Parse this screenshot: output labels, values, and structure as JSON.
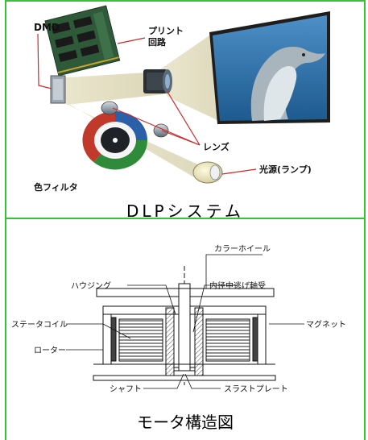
{
  "dlp": {
    "labels": {
      "dmd": "DMD",
      "print_circuit_line1": "プリント",
      "print_circuit_line2": "回路",
      "lens": "レンズ",
      "light_source": "光源(ランプ)",
      "color_filter": "色フィルタ"
    },
    "caption": "DLPシステム"
  },
  "motor": {
    "labels": {
      "color_wheel": "カラーホイール",
      "housing": "ハウジング",
      "bearing": "内径中逃げ軸受",
      "stator_coil": "ステータコイル",
      "magnet": "マグネット",
      "rotor": "ローター",
      "shaft": "シャフト",
      "thrust_plate": "スラストプレート"
    },
    "caption": "モータ構造図"
  },
  "colors": {
    "panel_border": "#35c435",
    "filter_red": "#c0392b",
    "filter_green": "#2e8b3a",
    "filter_blue": "#2b5fa8"
  }
}
